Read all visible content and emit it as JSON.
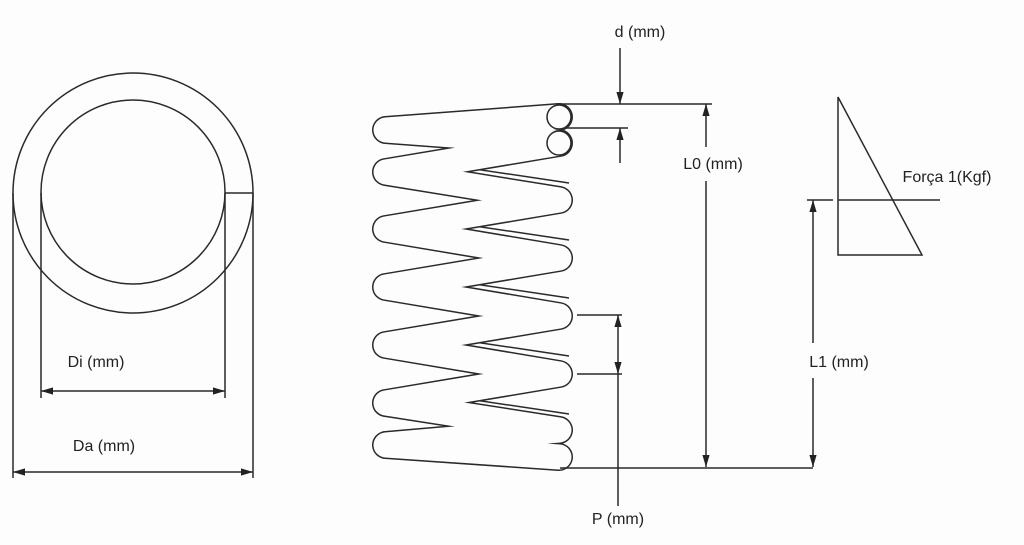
{
  "labels": {
    "d": "d (mm)",
    "l0": "L0 (mm)",
    "forca": "Força 1(Kgf)",
    "l1": "L1 (mm)",
    "p": "P (mm)",
    "di": "Di (mm)",
    "da": "Da (mm)"
  }
}
